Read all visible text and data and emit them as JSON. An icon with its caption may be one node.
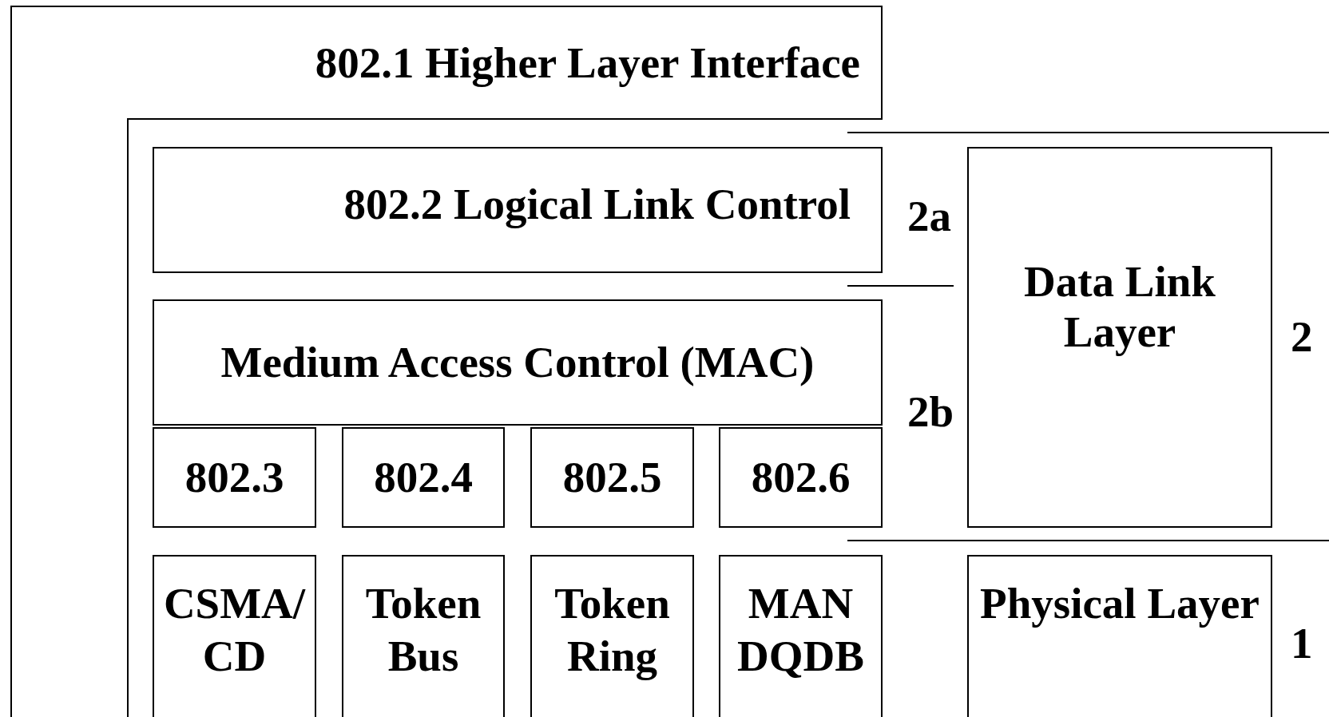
{
  "diagram": {
    "nodes": [
      {
        "text": [
          "802.1 Higher Layer Interface"
        ]
      },
      {
        "text": [
          "802.2 Logical Link Control"
        ]
      },
      {
        "text": [
          "Medium Access Control (MAC)"
        ]
      },
      {
        "text": [
          "802.3"
        ]
      },
      {
        "text": [
          "802.4"
        ]
      },
      {
        "text": [
          "802.5"
        ]
      },
      {
        "text": [
          "802.6"
        ]
      },
      {
        "text": [
          "Data Link Layer"
        ]
      },
      {
        "text": [
          "CSMA/CD"
        ]
      },
      {
        "text": [
          "Token Bus"
        ]
      },
      {
        "text": [
          "Token Ring"
        ]
      },
      {
        "text": [
          "MAN DQDB"
        ]
      },
      {
        "text": [
          "Physical Layer"
        ]
      }
    ],
    "edges": [],
    "labels": [
      "2a",
      "2b",
      "2",
      "1"
    ]
  }
}
